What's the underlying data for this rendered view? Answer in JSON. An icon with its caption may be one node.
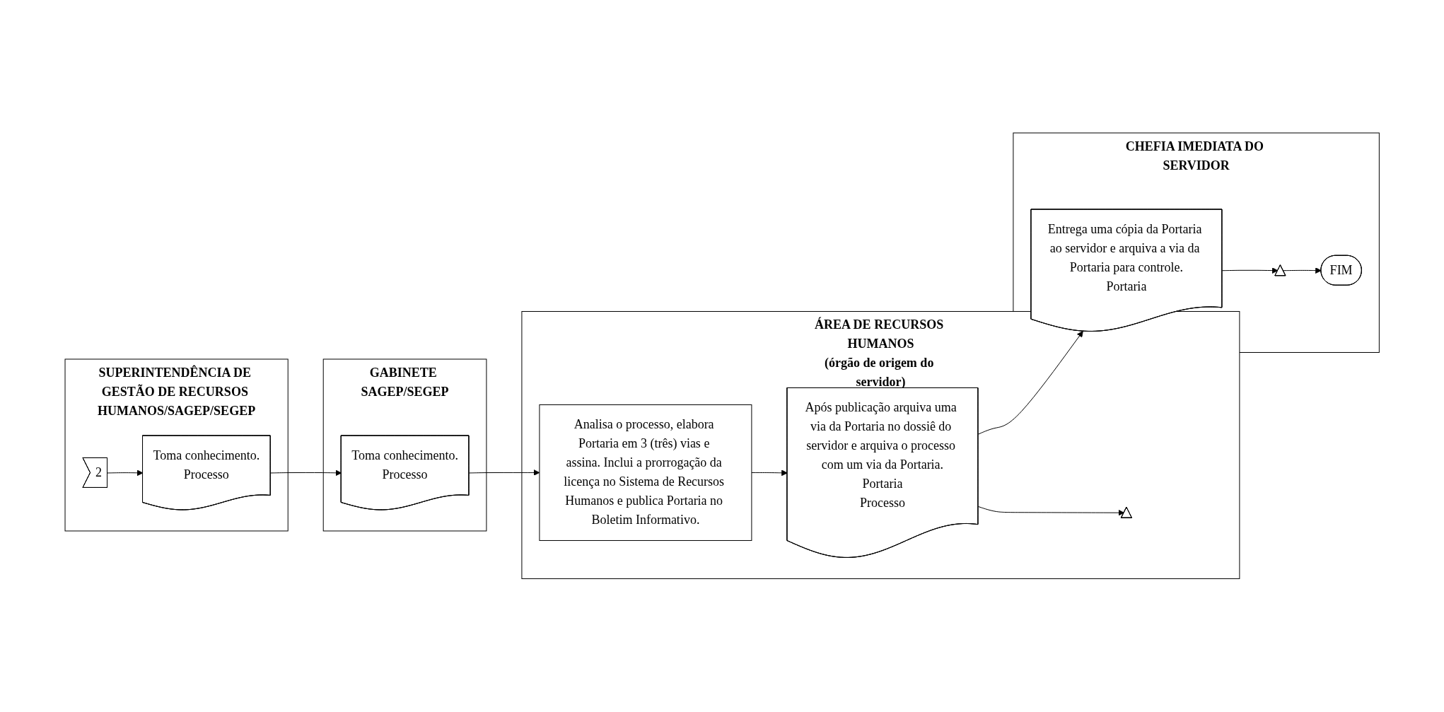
{
  "diagram": {
    "nodes": [
      {
        "text": [
          "SUPERINTENDÊNCIA DE GESTÃO DE RECURSOS HUMANOS/SAGEP/SEGEP"
        ]
      },
      {
        "text": [
          "2"
        ],
        "in": 0
      },
      {
        "text": [
          "Toma conhecimento.",
          "Processo"
        ],
        "in": 0
      },
      {
        "text": [
          "GABINETE SAGEP/SEGEP"
        ]
      },
      {
        "text": [
          "Toma conhecimento.",
          "Processo"
        ],
        "in": 3
      },
      {
        "text": [
          "ÁREA DE RECURSOS HUMANOS",
          "(órgão de origem do servidor)"
        ]
      },
      {
        "text": [
          "Analisa o processo, elabora Portaria em 3 (três) vias e assina. Inclui a prorrogação da licença no Sistema de Recursos Humanos e publica Portaria no Boletim Informativo."
        ],
        "in": 5
      },
      {
        "text": [
          "Após publicação arquiva uma via da Portaria no dossiê do servidor e arquiva o processo com um via da Portaria.",
          "Portaria",
          "Processo"
        ],
        "in": 5
      },
      {
        "text": [],
        "shape": "triangle",
        "in": 5
      },
      {
        "text": [
          "CHEFIA IMEDIATA DO SERVIDOR"
        ]
      },
      {
        "text": [
          "Entrega uma cópia da Portaria ao servidor e arquiva a via da Portaria para controle.",
          "Portaria"
        ],
        "in": 9
      },
      {
        "text": [],
        "shape": "triangle",
        "in": 9
      },
      {
        "text": [
          "FIM"
        ],
        "in": 9
      }
    ],
    "edges": [
      {
        "from": 1,
        "to": 2,
        "arrow": "to"
      },
      {
        "from": 2,
        "to": 4,
        "arrow": "to"
      },
      {
        "from": 4,
        "to": 6,
        "arrow": "to"
      },
      {
        "from": 6,
        "to": 7,
        "arrow": "to"
      },
      {
        "from": 7,
        "to": 8,
        "arrow": "to"
      },
      {
        "from": 7,
        "to": 10,
        "arrow": "to"
      },
      {
        "from": 10,
        "to": 11,
        "arrow": "to"
      },
      {
        "from": 11,
        "to": 12,
        "arrow": "to"
      }
    ]
  }
}
